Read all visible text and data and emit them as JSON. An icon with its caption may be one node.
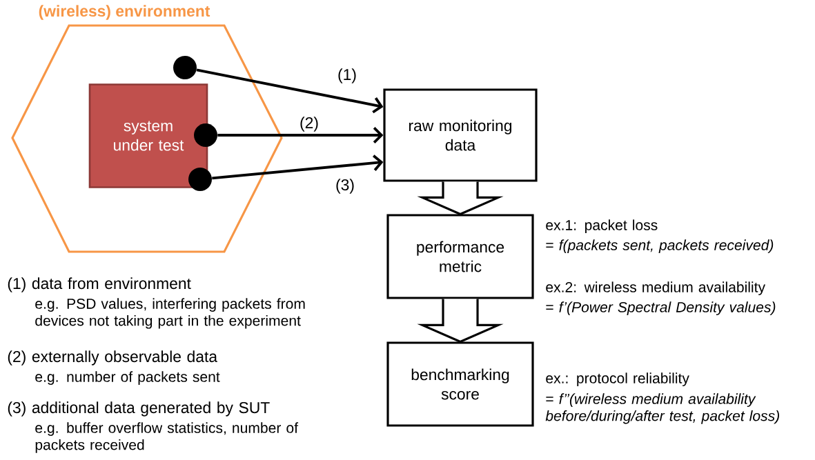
{
  "diagram": {
    "nodes": [
      {
        "text": [
          "(wireless) environment"
        ]
      },
      {
        "text": [
          "system under test"
        ],
        "in": 0
      },
      {
        "text": [],
        "shape": "circle",
        "in": 0
      },
      {
        "text": [],
        "shape": "circle",
        "in": 0
      },
      {
        "text": [],
        "shape": "circle",
        "in": 0
      },
      {
        "text": [
          "raw monitoring data"
        ]
      },
      {
        "text": [
          "performance metric"
        ],
        "beside": [
          "ex.1: packet loss",
          "= *f(packets sent, packets received)*",
          "ex.2: wireless medium availability",
          "= *f’(Power Spectral Density values)*"
        ]
      },
      {
        "text": [
          "benchmarking score"
        ],
        "beside": [
          "ex.: protocol reliability",
          "= *f’’(wireless medium availability before/during/after test, packet loss)*"
        ]
      }
    ],
    "edges": [
      {
        "from": 2,
        "to": 5,
        "arrow": "to",
        "label": "(1)"
      },
      {
        "from": 3,
        "to": 5,
        "arrow": "to",
        "label": "(2)"
      },
      {
        "from": 4,
        "to": 5,
        "arrow": "to",
        "label": "(3)"
      },
      {
        "from": 5,
        "to": 6,
        "arrow": "to",
        "style": "thick"
      },
      {
        "from": 6,
        "to": 7,
        "arrow": "to",
        "style": "thick"
      }
    ],
    "labels": [
      "(1) data from environment",
      "e.g. PSD values, interfering packets from devices not taking part in the experiment",
      "(2) externally observable data",
      "e.g. number of packets sent",
      "(3) additional data generated by SUT",
      "e.g. buffer overflow statistics, number of packets received"
    ]
  }
}
